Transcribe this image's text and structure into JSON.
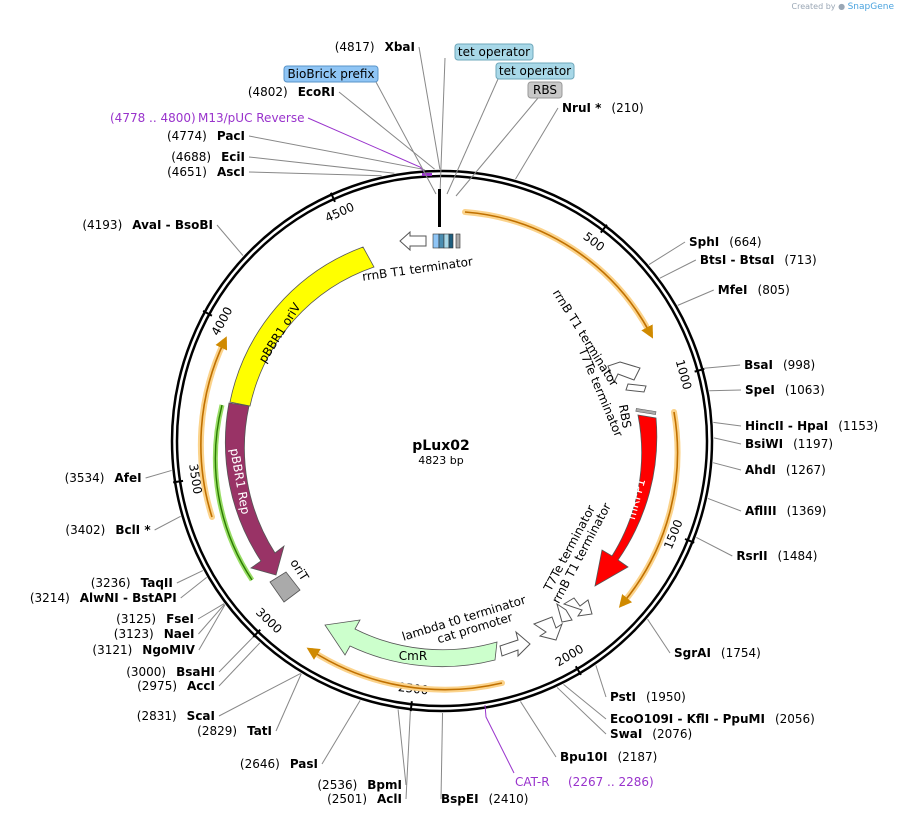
{
  "credit": {
    "prefix": "Created by",
    "brand": "SnapGene"
  },
  "plasmid": {
    "name": "pLux02",
    "length_label": "4823 bp",
    "length": 4823
  },
  "ticks": [
    {
      "bp": 500,
      "label": "500"
    },
    {
      "bp": 1000,
      "label": "1000"
    },
    {
      "bp": 1500,
      "label": "1500"
    },
    {
      "bp": 2000,
      "label": "2000"
    },
    {
      "bp": 2500,
      "label": "2500"
    },
    {
      "bp": 3000,
      "label": "3000"
    },
    {
      "bp": 3500,
      "label": "3500"
    },
    {
      "bp": 4000,
      "label": "4000"
    },
    {
      "bp": 4500,
      "label": "4500"
    }
  ],
  "enzymes_right": [
    {
      "name": "NruI *",
      "pos": "(210)",
      "bp": 210
    },
    {
      "name": "SphI",
      "pos": "(664)",
      "bp": 664
    },
    {
      "name": "BtsI - BtsαI",
      "pos": "(713)",
      "bp": 713
    },
    {
      "name": "MfeI",
      "pos": "(805)",
      "bp": 805
    },
    {
      "name": "BsaI",
      "pos": "(998)",
      "bp": 998
    },
    {
      "name": "SpeI",
      "pos": "(1063)",
      "bp": 1063
    },
    {
      "name": "HincII - HpaI",
      "pos": "(1153)",
      "bp": 1153
    },
    {
      "name": "BsiWI",
      "pos": "(1197)",
      "bp": 1197
    },
    {
      "name": "AhdI",
      "pos": "(1267)",
      "bp": 1267
    },
    {
      "name": "AflIII",
      "pos": "(1369)",
      "bp": 1369
    },
    {
      "name": "RsrII",
      "pos": "(1484)",
      "bp": 1484
    },
    {
      "name": "SgrAI",
      "pos": "(1754)",
      "bp": 1754
    },
    {
      "name": "PstI",
      "pos": "(1950)",
      "bp": 1950
    },
    {
      "name": "EcoO109I - KflI - PpuMI",
      "pos": "(2056)",
      "bp": 2056
    },
    {
      "name": "SwaI",
      "pos": "(2076)",
      "bp": 2076
    },
    {
      "name": "Bpu10I",
      "pos": "(2187)",
      "bp": 2187
    },
    {
      "name": "BspEI",
      "pos": "(2410)",
      "bp": 2410
    }
  ],
  "enzymes_left": [
    {
      "name": "AclI",
      "pos": "(2501)",
      "bp": 2501
    },
    {
      "name": "BpmI",
      "pos": "(2536)",
      "bp": 2536
    },
    {
      "name": "PasI",
      "pos": "(2646)",
      "bp": 2646
    },
    {
      "name": "TatI",
      "pos": "(2829)",
      "bp": 2829
    },
    {
      "name": "ScaI",
      "pos": "(2831)",
      "bp": 2831
    },
    {
      "name": "AccI",
      "pos": "(2975)",
      "bp": 2975
    },
    {
      "name": "BsaHI",
      "pos": "(3000)",
      "bp": 3000
    },
    {
      "name": "NgoMIV",
      "pos": "(3121)",
      "bp": 3121
    },
    {
      "name": "NaeI",
      "pos": "(3123)",
      "bp": 3123
    },
    {
      "name": "FseI",
      "pos": "(3125)",
      "bp": 3125
    },
    {
      "name": "AlwNI - BstAPI",
      "pos": "(3214)",
      "bp": 3214
    },
    {
      "name": "TaqII",
      "pos": "(3236)",
      "bp": 3236
    },
    {
      "name": "BclI *",
      "pos": "(3402)",
      "bp": 3402
    },
    {
      "name": "AfeI",
      "pos": "(3534)",
      "bp": 3534
    },
    {
      "name": "AvaI - BsoBI",
      "pos": "(4193)",
      "bp": 4193
    },
    {
      "name": "AscI",
      "pos": "(4651)",
      "bp": 4651
    },
    {
      "name": "EciI",
      "pos": "(4688)",
      "bp": 4688
    },
    {
      "name": "PacI",
      "pos": "(4774)",
      "bp": 4774
    },
    {
      "name": "EcoRI",
      "pos": "(4802)",
      "bp": 4802
    },
    {
      "name": "XbaI",
      "pos": "(4817)",
      "bp": 4817
    }
  ],
  "primers": [
    {
      "name": "M13/pUC Reverse",
      "range": "(4778 .. 4800)"
    },
    {
      "name": "CAT-R",
      "range": "(2267 .. 2286)"
    }
  ],
  "feature_tags": [
    {
      "label": "tet operator",
      "color": "#a8d8e8"
    },
    {
      "label": "tet operator",
      "color": "#a8d8e8"
    },
    {
      "label": "BioBrick prefix",
      "color": "#8fc5f5"
    },
    {
      "label": "RBS",
      "color": "#c8c8c8"
    }
  ],
  "features": [
    {
      "label": "pBBR1 oriV",
      "color": "#ffff00"
    },
    {
      "label": "pBBR1 Rep",
      "color": "#993366"
    },
    {
      "label": "mRFP1",
      "color": "#ff0000"
    },
    {
      "label": "CmR",
      "color": "#ccffcc"
    },
    {
      "label": "oriT",
      "color": "#aaaaaa"
    }
  ],
  "inner_labels": {
    "rrnb_top": "rrnB T1 terminator",
    "rrnb_right": "rrnB T1 terminator",
    "t7te_right": "T7Te terminator",
    "rbs_right": "RBS",
    "t7te_lower": "T7Te terminator",
    "rrnb_lower": "rrnB T1 terminator",
    "lambda": "lambda t0 terminator",
    "cat_promoter": "cat promoter"
  }
}
